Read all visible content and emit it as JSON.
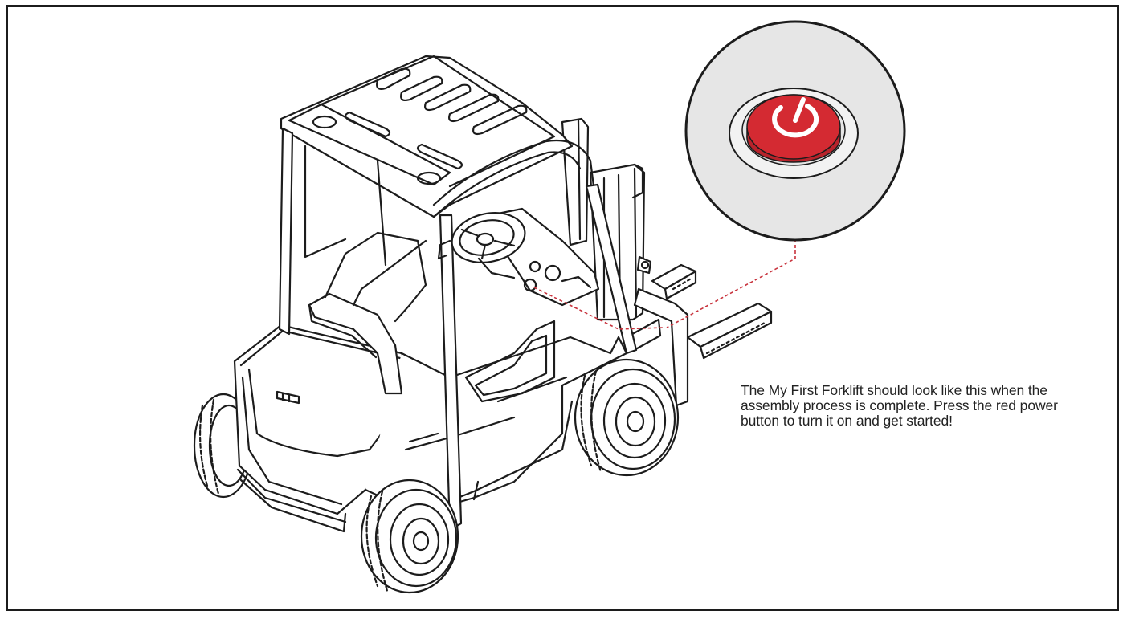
{
  "caption": {
    "lines": [
      "The My First Forklift should look like this when the",
      "assembly process is complete. Press the red power",
      "button to turn it on and get started!"
    ]
  },
  "illustration": {
    "subject": "forklift-line-drawing",
    "callout_icon": "power-icon",
    "colors": {
      "power_button": "#d42a32",
      "callout_background": "#e6e6e6",
      "leader_line": "#c8333d",
      "line_art": "#1c1c1c",
      "frame": "#1c1c1c"
    }
  }
}
